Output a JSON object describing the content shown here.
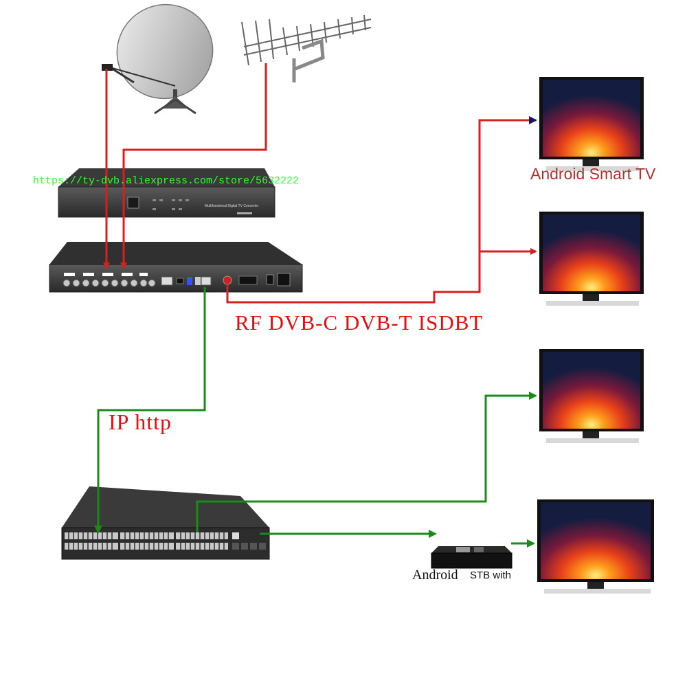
{
  "labels": {
    "store_url": "https://ty-dvb.aliexpress.com/store/5632222",
    "rf_output": "RF DVB-C DVB-T ISDBT",
    "ip_output": "IP http",
    "tv_caption": "Android Smart TV",
    "stb_caption_a": "Android",
    "stb_caption_b": "STB with",
    "device_panel_text": "Multifunctional Digital TV Converter"
  },
  "colors": {
    "rf_line": "#d42020",
    "ip_line": "#1a8a1a",
    "url_text": "#33ff33",
    "label_red": "#e01010",
    "tv_caption": "#b03030"
  },
  "icons": [
    "satellite-dish-icon",
    "yagi-antenna-icon",
    "converter-device-icon",
    "network-switch-icon",
    "set-top-box-icon",
    "tv-monitor-icon"
  ]
}
